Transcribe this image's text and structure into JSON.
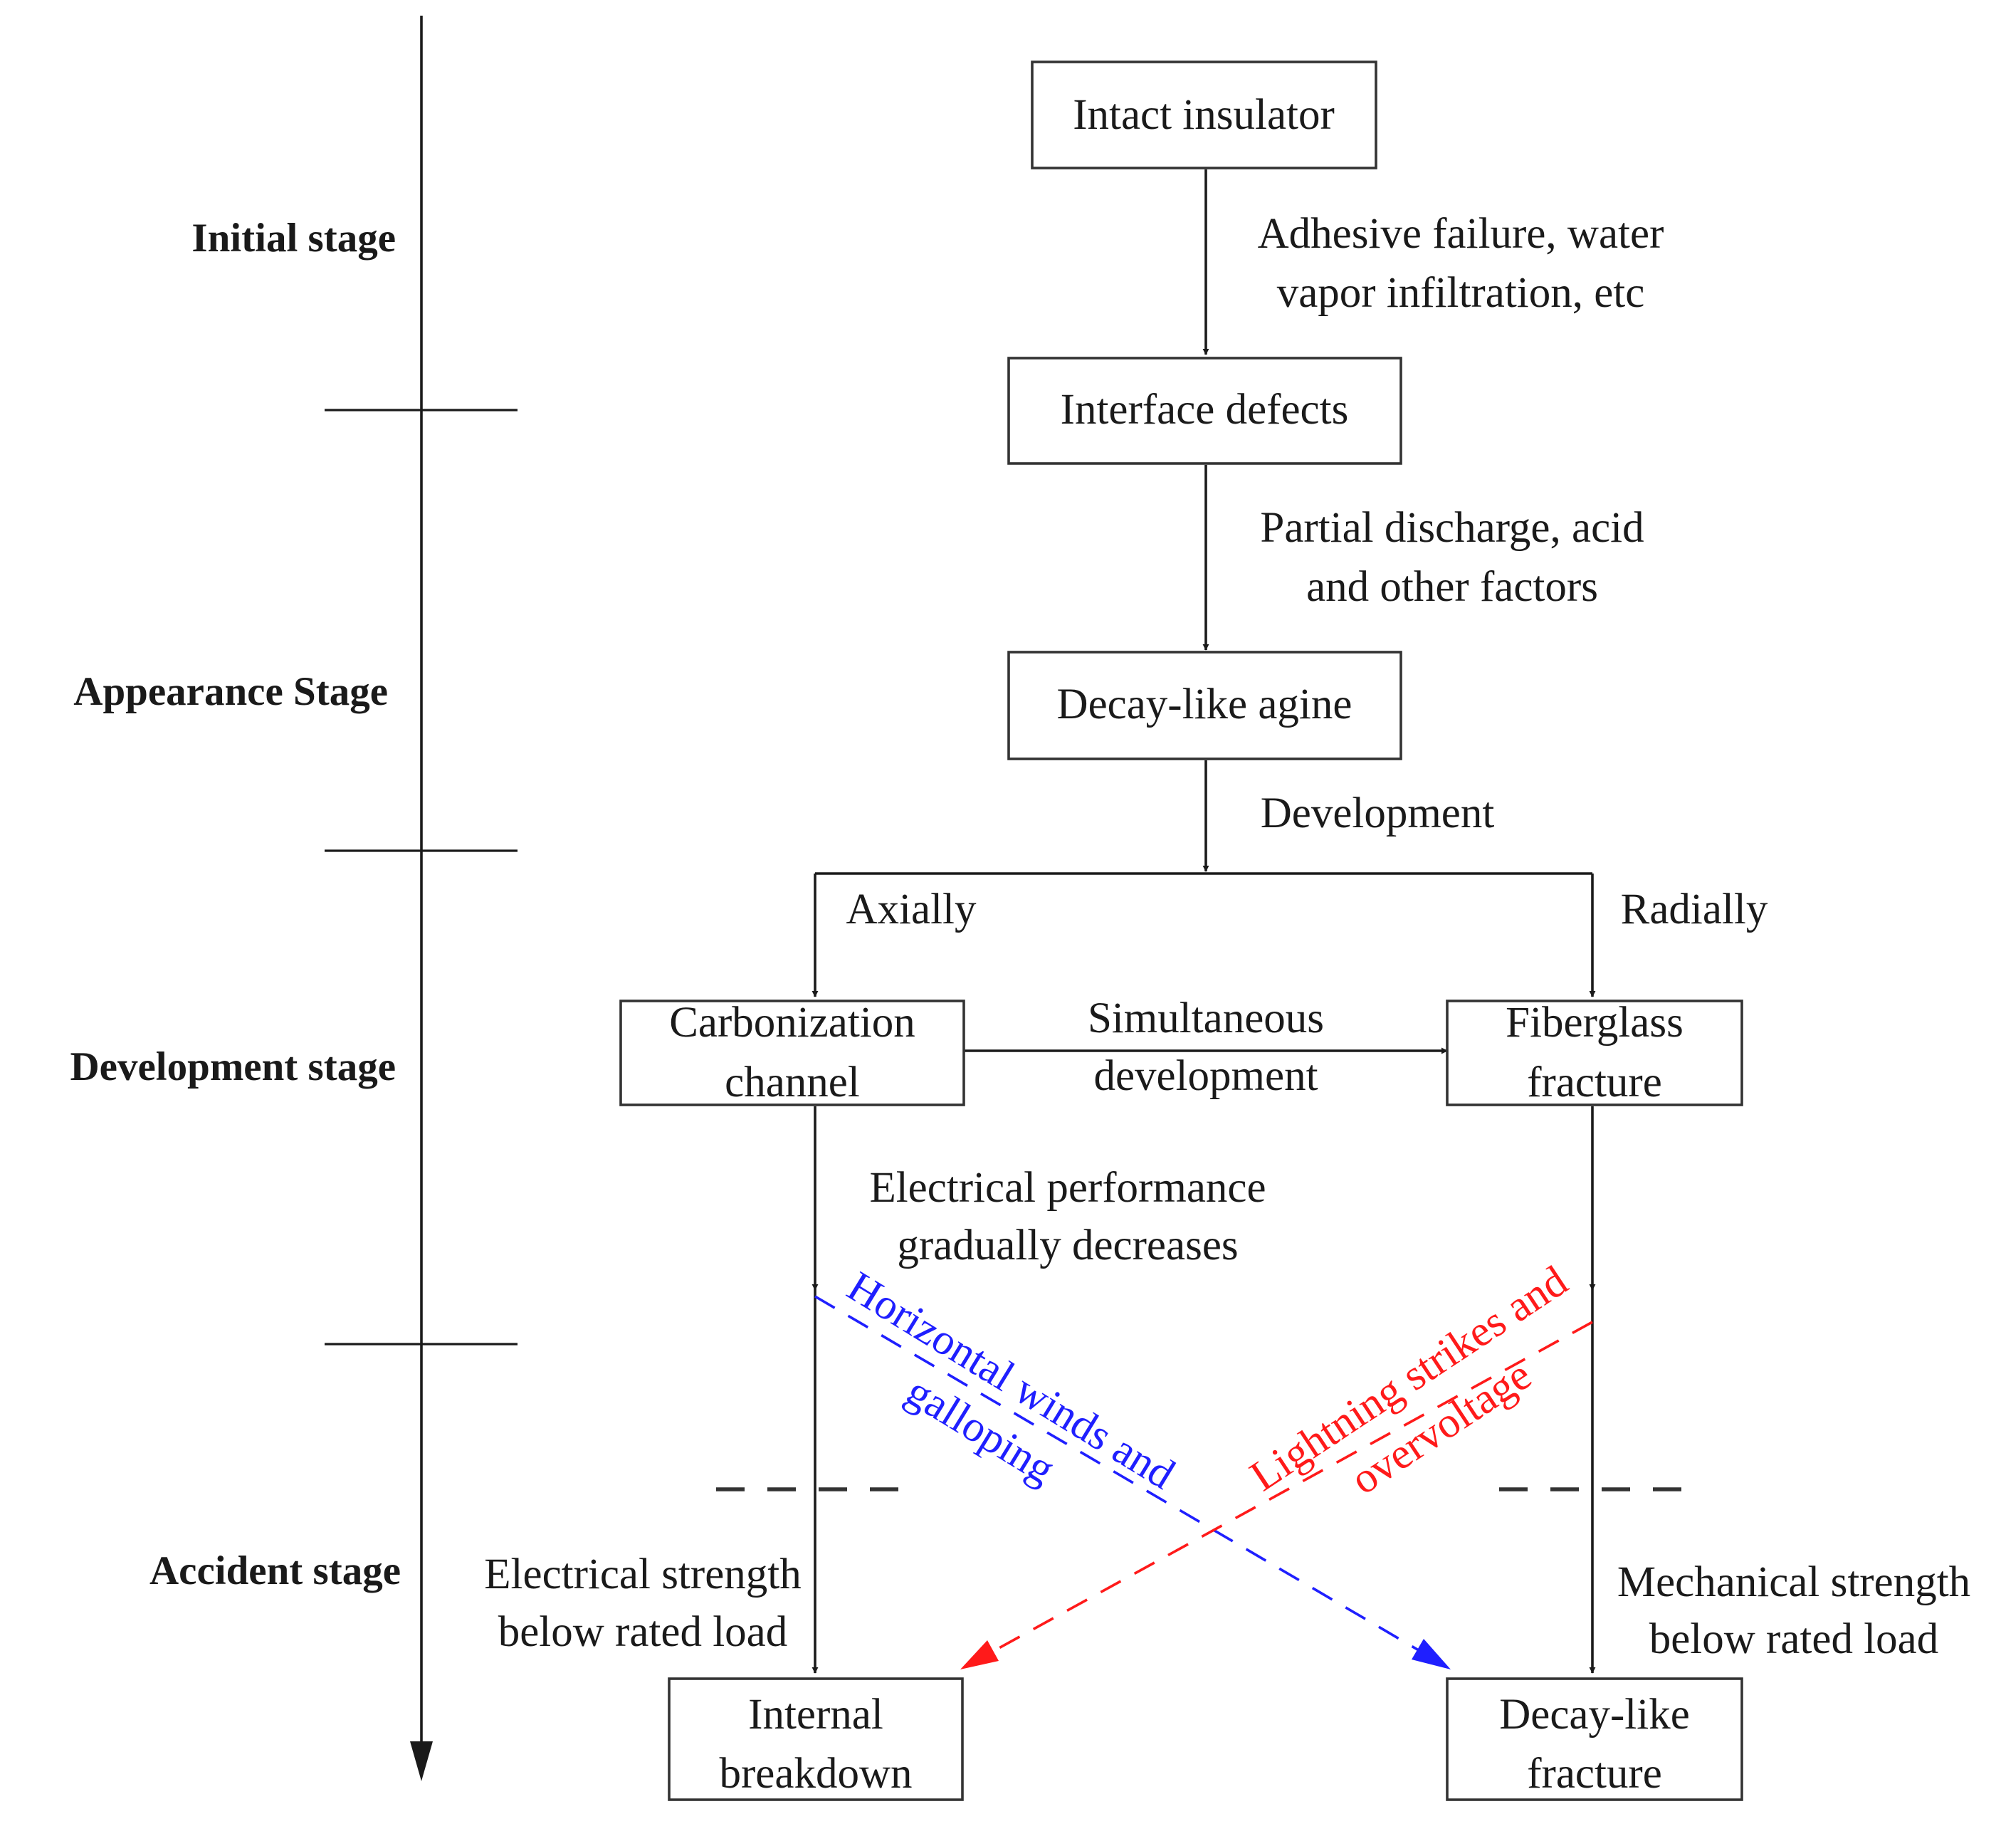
{
  "stages": {
    "initial": "Initial stage",
    "appearance": "Appearance Stage",
    "development": "Development stage",
    "accident": "Accident stage"
  },
  "boxes": {
    "intact": "Intact insulator",
    "interface": "Interface defects",
    "decay_aging": "Decay-like agine",
    "carbonization": [
      "Carbonization",
      "channel"
    ],
    "fiberglass": [
      "Fiberglass",
      "fracture"
    ],
    "internal_breakdown": [
      "Internal",
      "breakdown"
    ],
    "decay_fracture": [
      "Decay-like",
      "fracture"
    ]
  },
  "labels": {
    "adhesive": [
      "Adhesive failure, water",
      "vapor infiltration, etc"
    ],
    "partial_discharge": [
      "Partial discharge, acid",
      "and other factors"
    ],
    "development": "Development",
    "axially": "Axially",
    "radially": "Radially",
    "simultaneous": [
      "Simultaneous",
      "development"
    ],
    "electrical_performance": [
      "Electrical performance",
      "gradually decreases"
    ],
    "horizontal_winds": [
      "Horizontal winds and",
      "galloping"
    ],
    "lightning": [
      "Lightning strikes and",
      "overvoltage"
    ],
    "electrical_strength": [
      "Electrical strength",
      "below rated load"
    ],
    "mechanical_strength": [
      "Mechanical strength",
      "below rated load"
    ]
  },
  "colors": {
    "line": "#1a1a1a",
    "box_border": "#333333",
    "wind_path": "#1f1fff",
    "lightning_path": "#ff1a1a"
  }
}
